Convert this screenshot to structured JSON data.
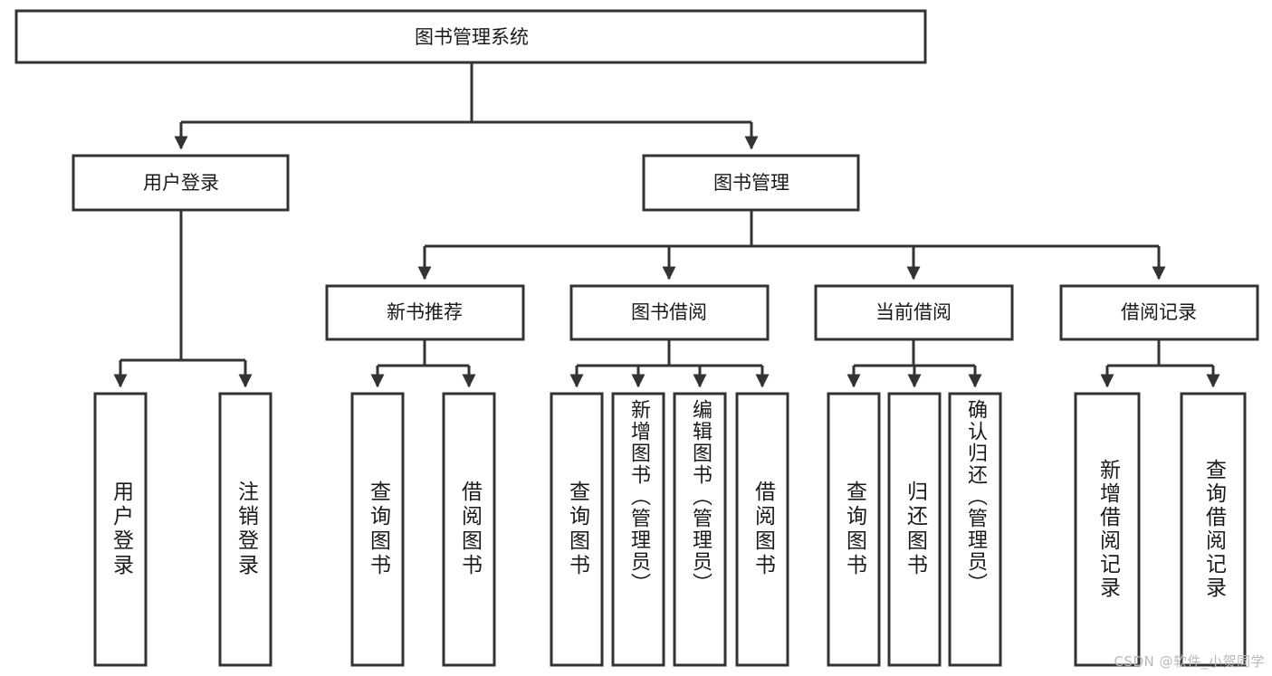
{
  "diagram": {
    "title": "图书管理系统",
    "type": "tree",
    "root": {
      "id": "root",
      "label": "图书管理系统",
      "orientation": "horizontal"
    },
    "level2": [
      {
        "id": "user-login",
        "label": "用户登录",
        "orientation": "horizontal"
      },
      {
        "id": "book-manage",
        "label": "图书管理",
        "orientation": "horizontal"
      }
    ],
    "level3": [
      {
        "id": "new-book-recommend",
        "label": "新书推荐",
        "parent": "book-manage",
        "orientation": "horizontal"
      },
      {
        "id": "book-borrow",
        "label": "图书借阅",
        "parent": "book-manage",
        "orientation": "horizontal"
      },
      {
        "id": "current-borrow",
        "label": "当前借阅",
        "parent": "book-manage",
        "orientation": "horizontal"
      },
      {
        "id": "borrow-record",
        "label": "借阅记录",
        "parent": "book-manage",
        "orientation": "horizontal"
      }
    ],
    "leaves": [
      {
        "id": "leaf-user-login",
        "label": "用户登录",
        "parent": "user-login",
        "orientation": "vertical"
      },
      {
        "id": "leaf-user-logout",
        "label": "注销登录",
        "parent": "user-login",
        "orientation": "vertical"
      },
      {
        "id": "leaf-query-book-1",
        "label": "查询图书",
        "parent": "new-book-recommend",
        "orientation": "vertical"
      },
      {
        "id": "leaf-borrow-book-1",
        "label": "借阅图书",
        "parent": "new-book-recommend",
        "orientation": "vertical"
      },
      {
        "id": "leaf-query-book-2",
        "label": "查询图书",
        "parent": "book-borrow",
        "orientation": "vertical"
      },
      {
        "id": "leaf-add-book",
        "label": "新增图书（管理员）",
        "parent": "book-borrow",
        "orientation": "vertical"
      },
      {
        "id": "leaf-edit-book",
        "label": "编辑图书（管理员）",
        "parent": "book-borrow",
        "orientation": "vertical"
      },
      {
        "id": "leaf-borrow-book-2",
        "label": "借阅图书",
        "parent": "book-borrow",
        "orientation": "vertical"
      },
      {
        "id": "leaf-query-book-3",
        "label": "查询图书",
        "parent": "current-borrow",
        "orientation": "vertical"
      },
      {
        "id": "leaf-return-book",
        "label": "归还图书",
        "parent": "current-borrow",
        "orientation": "vertical"
      },
      {
        "id": "leaf-confirm-return",
        "label": "确认归还（管理员）",
        "parent": "current-borrow",
        "orientation": "vertical"
      },
      {
        "id": "leaf-add-record",
        "label": "新增借阅记录",
        "parent": "borrow-record",
        "orientation": "vertical"
      },
      {
        "id": "leaf-query-record",
        "label": "查询借阅记录",
        "parent": "borrow-record",
        "orientation": "vertical"
      }
    ],
    "colors": {
      "stroke": "#333333",
      "fill": "#ffffff",
      "text": "#1a1a1a",
      "watermark": "#b9b9b9"
    }
  },
  "watermark": {
    "text": "CSDN @软件_小贺同学"
  }
}
